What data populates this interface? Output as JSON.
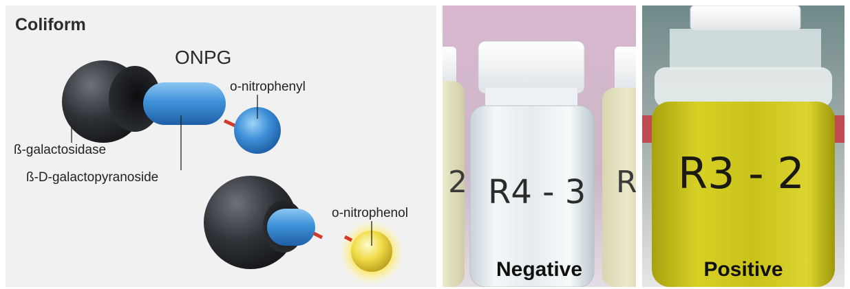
{
  "diagram": {
    "title": "Coliform",
    "labels": {
      "onpg": "ONPG",
      "o_nitrophenyl": "o-nitrophenyl",
      "b_galactosidase": "ß-galactosidase",
      "b_d_galactopyranoside": "ß-D-galactopyranoside",
      "o_nitrophenol": "o-nitrophenol"
    }
  },
  "photos": {
    "negative": {
      "caption": "Negative",
      "bottle_label": "R4 - 3",
      "side_left": "2",
      "side_right": "R"
    },
    "positive": {
      "caption": "Positive",
      "bottle_label": "R3 - 2"
    }
  },
  "colors": {
    "enzyme": "#2b2e33",
    "onpg_blue": "#3f8fd6",
    "linker": "#d43a2a",
    "o_nitrophenol_yellow": "#f2e04a",
    "positive_liquid": "#c9c21a",
    "negative_liquid": "#e6ecef"
  }
}
